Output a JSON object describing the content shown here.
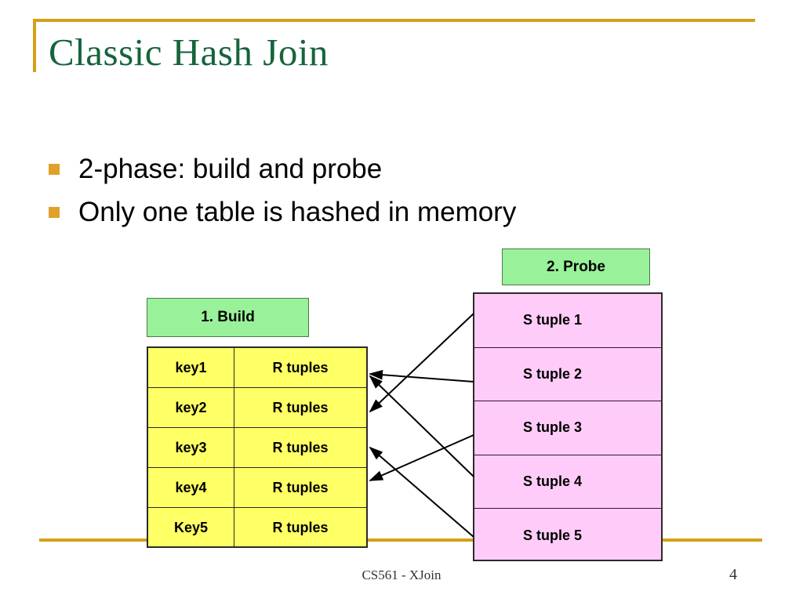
{
  "slide": {
    "title": "Classic Hash Join",
    "accent_color": "#d4a017",
    "title_color": "#16643b",
    "bullets": [
      {
        "text": "2-phase: build and probe"
      },
      {
        "text": "Only one table is hashed in memory"
      }
    ],
    "footer": {
      "center_text": "CS561 - XJoin",
      "page_number": "4"
    }
  },
  "diagram": {
    "build_label": "1. Build",
    "probe_label": "2. Probe",
    "label_color": "#99f299",
    "hash_table": {
      "fill_color": "#ffff66",
      "rows": [
        {
          "key": "key1",
          "value": "R tuples"
        },
        {
          "key": "key2",
          "value": "R tuples"
        },
        {
          "key": "key3",
          "value": "R tuples"
        },
        {
          "key": "key4",
          "value": "R tuples"
        },
        {
          "key": "Key5",
          "value": "R tuples"
        }
      ]
    },
    "s_table": {
      "fill_color": "#ffccf9",
      "rows": [
        {
          "label": "S tuple 1"
        },
        {
          "label": "S tuple 2"
        },
        {
          "label": "S tuple 3"
        },
        {
          "label": "S tuple 4"
        },
        {
          "label": "S tuple 5"
        }
      ]
    },
    "probe_arrows": [
      {
        "from": "S tuple 1",
        "to": "key2"
      },
      {
        "from": "S tuple 2",
        "to": "key1"
      },
      {
        "from": "S tuple 3",
        "to": "key4"
      },
      {
        "from": "S tuple 4",
        "to": "key1"
      },
      {
        "from": "S tuple 5",
        "to": "key3"
      }
    ]
  }
}
